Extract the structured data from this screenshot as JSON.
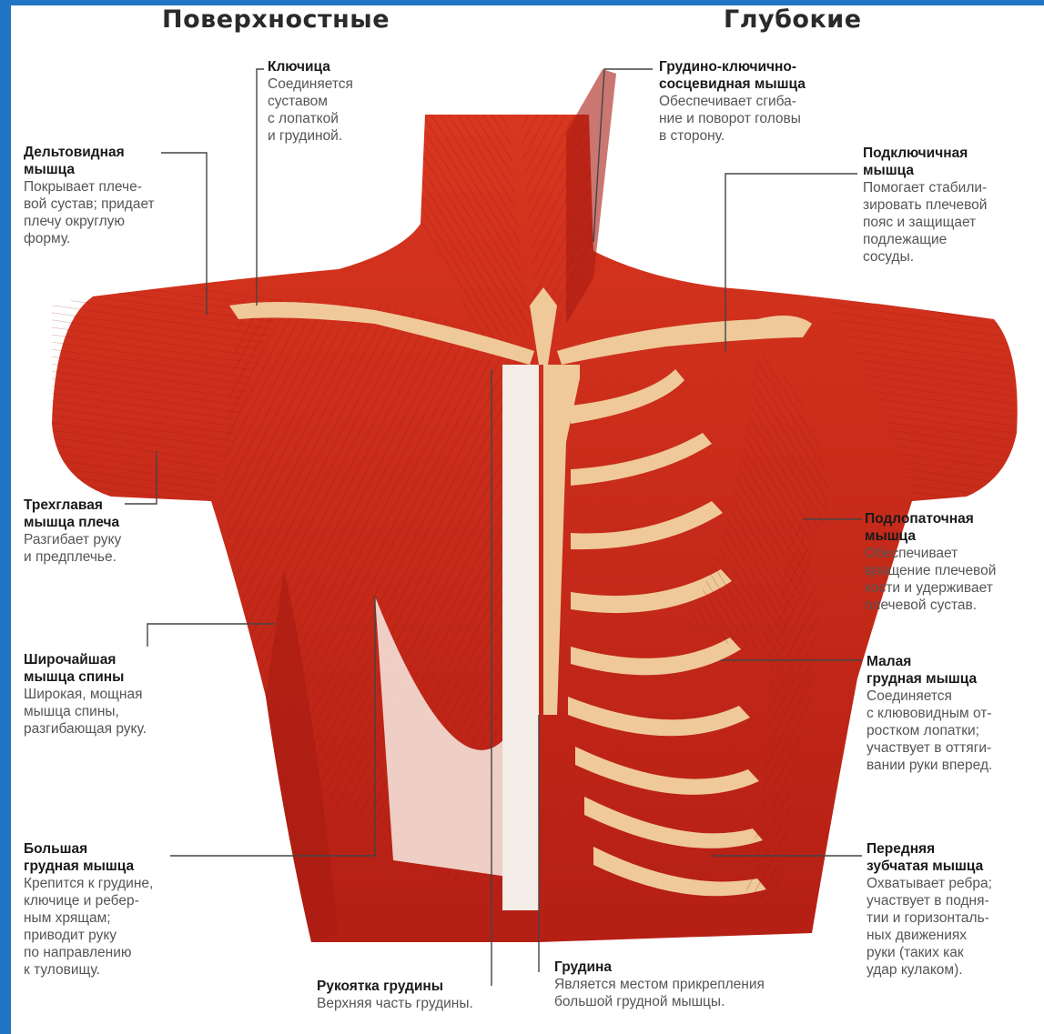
{
  "headings": {
    "left": "Поверхностные",
    "right": "Глубокие"
  },
  "labels": {
    "clavicle": {
      "title": "Ключица",
      "text": "Соединяется\nсуставом\nс лопаткой\nи грудиной."
    },
    "scm": {
      "title": "Грудино-ключично-\nсосцевидная мышца",
      "text": "Обеспечивает сгиба-\nние и поворот головы\nв сторону."
    },
    "deltoid": {
      "title": "Дельтовидная\nмышца",
      "text": "Покрывает плече-\nвой сустав; придает\nплечу округлую\nформу."
    },
    "subclavius": {
      "title": "Подключичная\nмышца",
      "text": "Помогает стабили-\nзировать плечевой\nпояс и защищает\nподлежащие\nсосуды."
    },
    "triceps": {
      "title": "Трехглавая\nмышца плеча",
      "text": "Разгибает руку\nи предплечье."
    },
    "subscapularis": {
      "title": "Подлопаточная\nмышца",
      "text": "Обеспечивает\nвращение плечевой\nкости и удерживает\nплечевой сустав."
    },
    "latissimus": {
      "title": "Широчайшая\nмышца спины",
      "text": "Широкая, мощная\nмышца спины,\nразгибающая руку."
    },
    "pec_minor": {
      "title": "Малая\nгрудная мышца",
      "text": "Соединяется\nс клювовидным от-\nростком лопатки;\nучаствует в оттяги-\nвании руки вперед."
    },
    "pec_major": {
      "title": "Большая\nгрудная мышца",
      "text": "Крепится к грудине,\nключице и ребер-\nным хрящам;\nприводит руку\nпо направлению\nк туловищу."
    },
    "serratus": {
      "title": "Передняя\nзубчатая мышца",
      "text": "Охватывает ребра;\nучаствует в подня-\nтии и горизонталь-\nных движениях\nруки (таких как\nудар кулаком)."
    },
    "manubrium": {
      "title": "Рукоятка грудины",
      "text": "Верхняя часть грудины."
    },
    "sternum": {
      "title": "Грудина",
      "text": "Является местом прикрепления\nбольшой грудной мышцы."
    }
  },
  "colors": {
    "background_border": "#1f74c4",
    "muscle": "#c8281c",
    "muscle_dark": "#8e140d",
    "muscle_light": "#e2553e",
    "bone": "#efc99a",
    "text_title": "#1a1a1a",
    "text_body": "#555555"
  }
}
